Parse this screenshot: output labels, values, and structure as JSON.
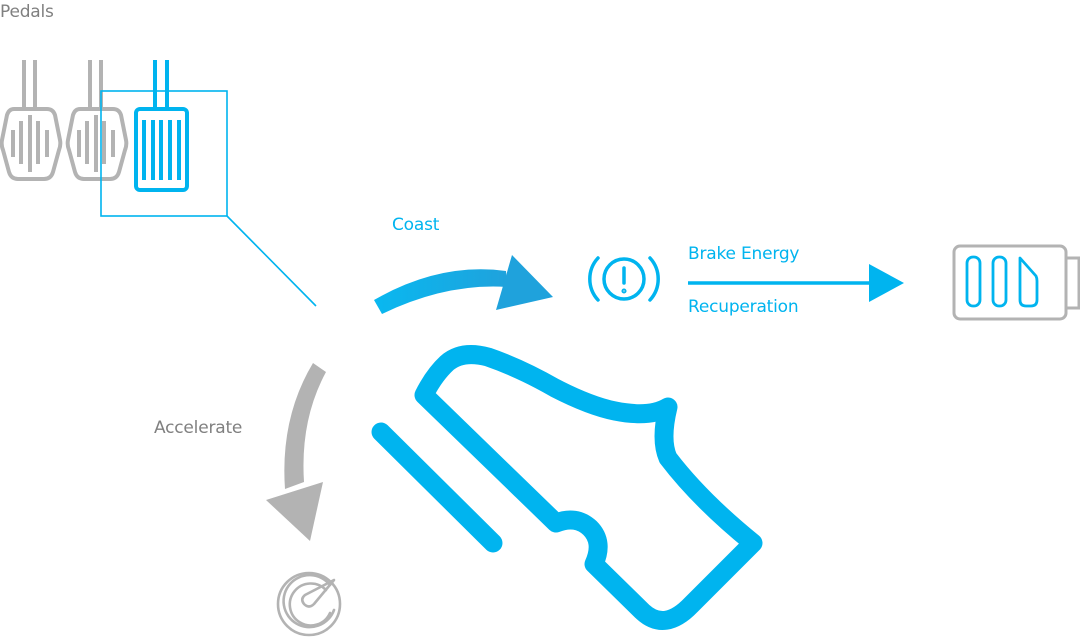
{
  "labels": {
    "pedals": "Pedals",
    "coast": "Coast",
    "brake_energy": "Brake Energy",
    "recuperation": "Recuperation",
    "accelerate": "Accelerate"
  },
  "icons": {
    "pedal_left": "pedal-icon",
    "pedal_middle": "pedal-icon",
    "pedal_right": "accelerator-pedal-icon",
    "brake_warning": "brake-warning-icon",
    "battery": "battery-icon",
    "speedometer": "speedometer-icon",
    "shoe": "shoe-icon"
  },
  "colors": {
    "accent": "#00b4ef",
    "arrow_blue": "#1aa8e2",
    "neutral": "#b3b3b3",
    "text_gray": "#808080"
  }
}
